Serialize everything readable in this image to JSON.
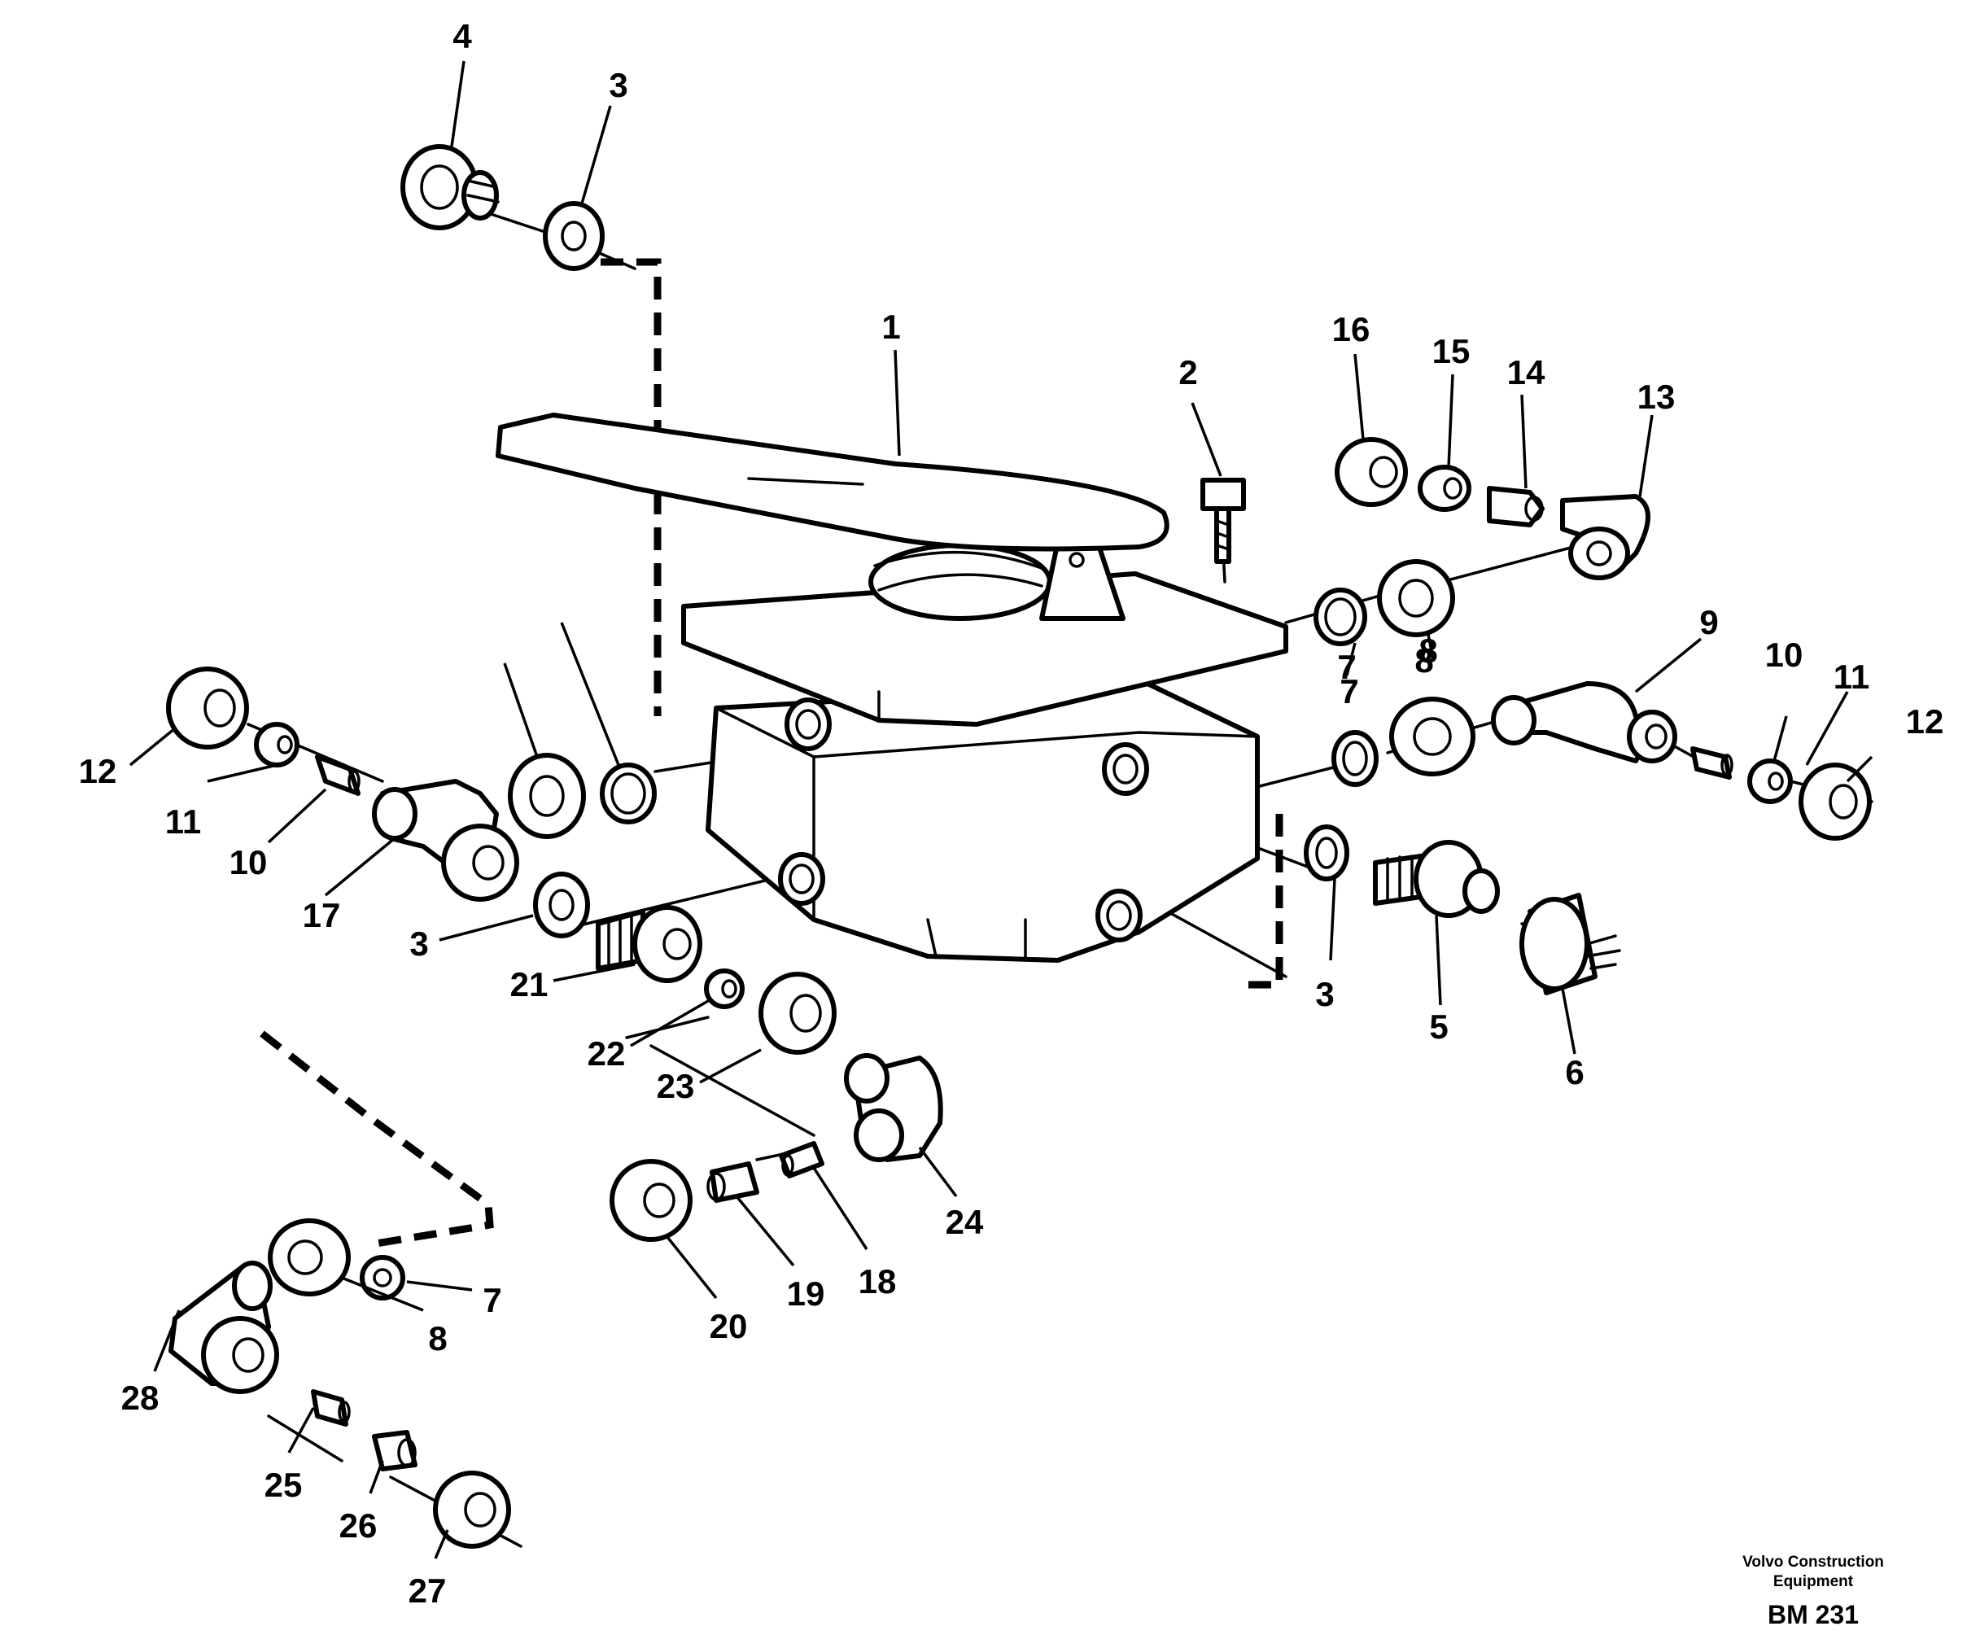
{
  "diagram": {
    "callouts": [
      {
        "id": "c4a",
        "text": "4"
      },
      {
        "id": "c3a",
        "text": "3"
      },
      {
        "id": "c1",
        "text": "1"
      },
      {
        "id": "c2",
        "text": "2"
      },
      {
        "id": "c16",
        "text": "16"
      },
      {
        "id": "c15",
        "text": "15"
      },
      {
        "id": "c14",
        "text": "14"
      },
      {
        "id": "c13",
        "text": "13"
      },
      {
        "id": "c7a",
        "text": "7"
      },
      {
        "id": "c8a",
        "text": "8"
      },
      {
        "id": "c12a",
        "text": "12"
      },
      {
        "id": "c11a",
        "text": "11"
      },
      {
        "id": "c10a",
        "text": "10"
      },
      {
        "id": "c17",
        "text": "17"
      },
      {
        "id": "c3b",
        "text": "3"
      },
      {
        "id": "c21",
        "text": "21"
      },
      {
        "id": "c22",
        "text": "22"
      },
      {
        "id": "c23",
        "text": "23"
      },
      {
        "id": "c24",
        "text": "24"
      },
      {
        "id": "c18",
        "text": "18"
      },
      {
        "id": "c19",
        "text": "19"
      },
      {
        "id": "c20",
        "text": "20"
      },
      {
        "id": "c7b",
        "text": "7"
      },
      {
        "id": "c8b",
        "text": "8"
      },
      {
        "id": "c7c",
        "text": "7"
      },
      {
        "id": "c8c",
        "text": "8"
      },
      {
        "id": "c28",
        "text": "28"
      },
      {
        "id": "c25",
        "text": "25"
      },
      {
        "id": "c26",
        "text": "26"
      },
      {
        "id": "c27",
        "text": "27"
      },
      {
        "id": "c9",
        "text": "9"
      },
      {
        "id": "c10b",
        "text": "10"
      },
      {
        "id": "c11b",
        "text": "11"
      },
      {
        "id": "c12b",
        "text": "12"
      },
      {
        "id": "c3c",
        "text": "3"
      },
      {
        "id": "c5",
        "text": "5"
      },
      {
        "id": "c6",
        "text": "6"
      }
    ]
  },
  "credit": {
    "line1": "Volvo Construction",
    "line2": "Equipment"
  },
  "code": "BM 231"
}
